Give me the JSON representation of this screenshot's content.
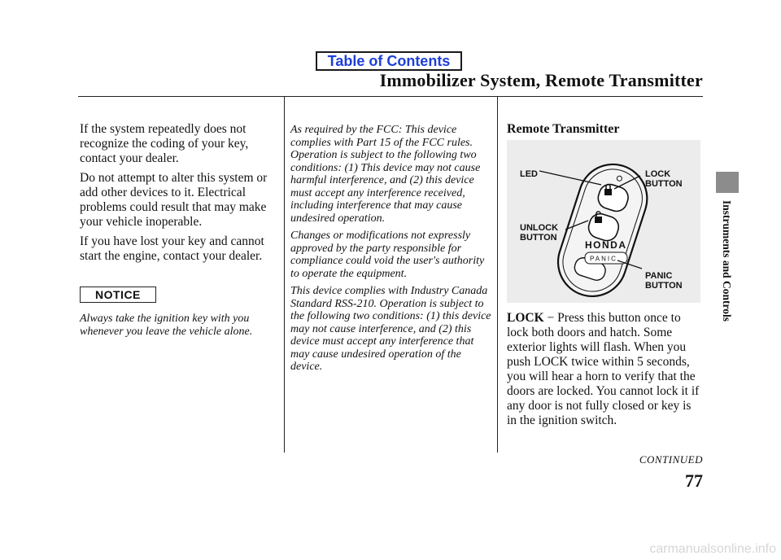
{
  "header": {
    "toc_label": "Table of Contents",
    "title": "Immobilizer System, Remote Transmitter"
  },
  "column1": {
    "paragraphs": [
      "If the system repeatedly does not recognize the coding of your key, contact your dealer.",
      "Do not attempt to alter this system or add other devices to it. Electrical problems could result that may make your vehicle inoperable.",
      "If you have lost your key and cannot start the engine, contact your dealer."
    ],
    "notice_label": "NOTICE",
    "notice_text": "Always take the ignition key with you whenever you leave the vehicle alone."
  },
  "column2": {
    "fcc_paragraphs": [
      "As required by the FCC: This device complies with Part 15 of the FCC rules. Operation is subject to the following two conditions: (1) This device may not cause harmful interference, and (2) this device must accept any interference received, including interference that may cause undesired operation.",
      "Changes or modifications not expressly approved by the party responsible for compliance could void the user's authority to operate the equipment.",
      "This device complies with Industry Canada Standard RSS-210. Operation is subject to the following two conditions: (1) this device may not cause interference, and (2) this device must accept any interference that may cause undesired operation of the device."
    ]
  },
  "column3": {
    "section_title": "Remote Transmitter",
    "figure": {
      "led_label": "LED",
      "lock_button_label": "LOCK\nBUTTON",
      "unlock_button_label": "UNLOCK\nBUTTON",
      "panic_button_label": "PANIC\nBUTTON",
      "brand_text": "HONDA",
      "panic_text": "PANIC"
    },
    "lock_term": "LOCK",
    "lock_separator": " − ",
    "lock_description": "Press this button once to lock both doors and hatch. Some exterior lights will flash. When you push LOCK twice within 5 seconds, you will hear a horn to verify that the doors are locked. You cannot lock it if any door is not fully closed or key is in the ignition switch."
  },
  "footer": {
    "continued": "CONTINUED",
    "page_number": "77"
  },
  "side_tab": {
    "label": "Instruments and Controls",
    "color": "#8c8c8c"
  },
  "watermark": "carmanualsonline.info"
}
